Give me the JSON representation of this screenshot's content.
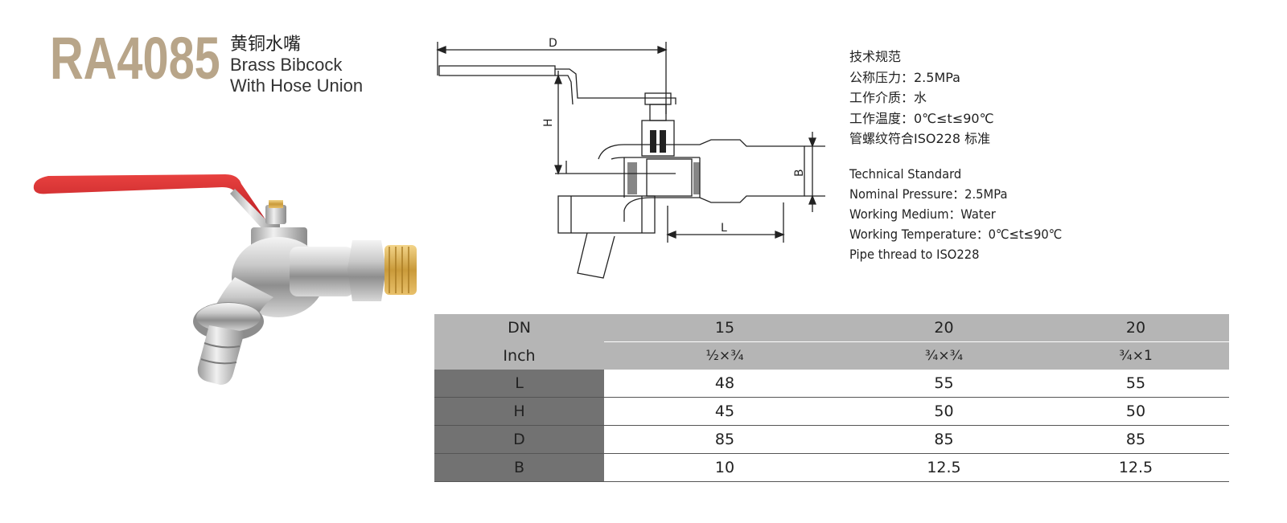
{
  "product": {
    "model": "RA4085",
    "name_cn": "黄铜水嘴",
    "name_en_line1": "Brass Bibcock",
    "name_en_line2": "With Hose Union"
  },
  "diagram": {
    "label_d": "D",
    "label_h": "H",
    "label_b": "B",
    "label_l": "L"
  },
  "spec_cn": {
    "title": "技术规范",
    "pressure": "公称压力：2.5MPa",
    "medium": "工作介质：水",
    "temperature": "工作温度：0℃≤t≤90℃",
    "thread": "管螺纹符合ISO228 标准"
  },
  "spec_en": {
    "title": "Technical Standard",
    "pressure": "Nominal Pressure：2.5MPa",
    "medium": "Working Medium：Water",
    "temperature": "Working Temperature：0℃≤t≤90℃",
    "thread": "Pipe thread to ISO228"
  },
  "table": {
    "header_dn": {
      "label": "DN",
      "values": [
        "15",
        "20",
        "20"
      ]
    },
    "header_inch": {
      "label": "Inch",
      "values": [
        "½×¾",
        "¾×¾",
        "¾×1"
      ]
    },
    "rows": [
      {
        "label": "L",
        "values": [
          "48",
          "55",
          "55"
        ]
      },
      {
        "label": "H",
        "values": [
          "45",
          "50",
          "50"
        ]
      },
      {
        "label": "D",
        "values": [
          "85",
          "85",
          "85"
        ]
      },
      {
        "label": "B",
        "values": [
          "10",
          "12.5",
          "12.5"
        ]
      }
    ]
  },
  "colors": {
    "model_text": "#b8a589",
    "handle_red": "#d6262b",
    "header_gray": "#b5b5b5",
    "row_label_gray": "#727272"
  }
}
